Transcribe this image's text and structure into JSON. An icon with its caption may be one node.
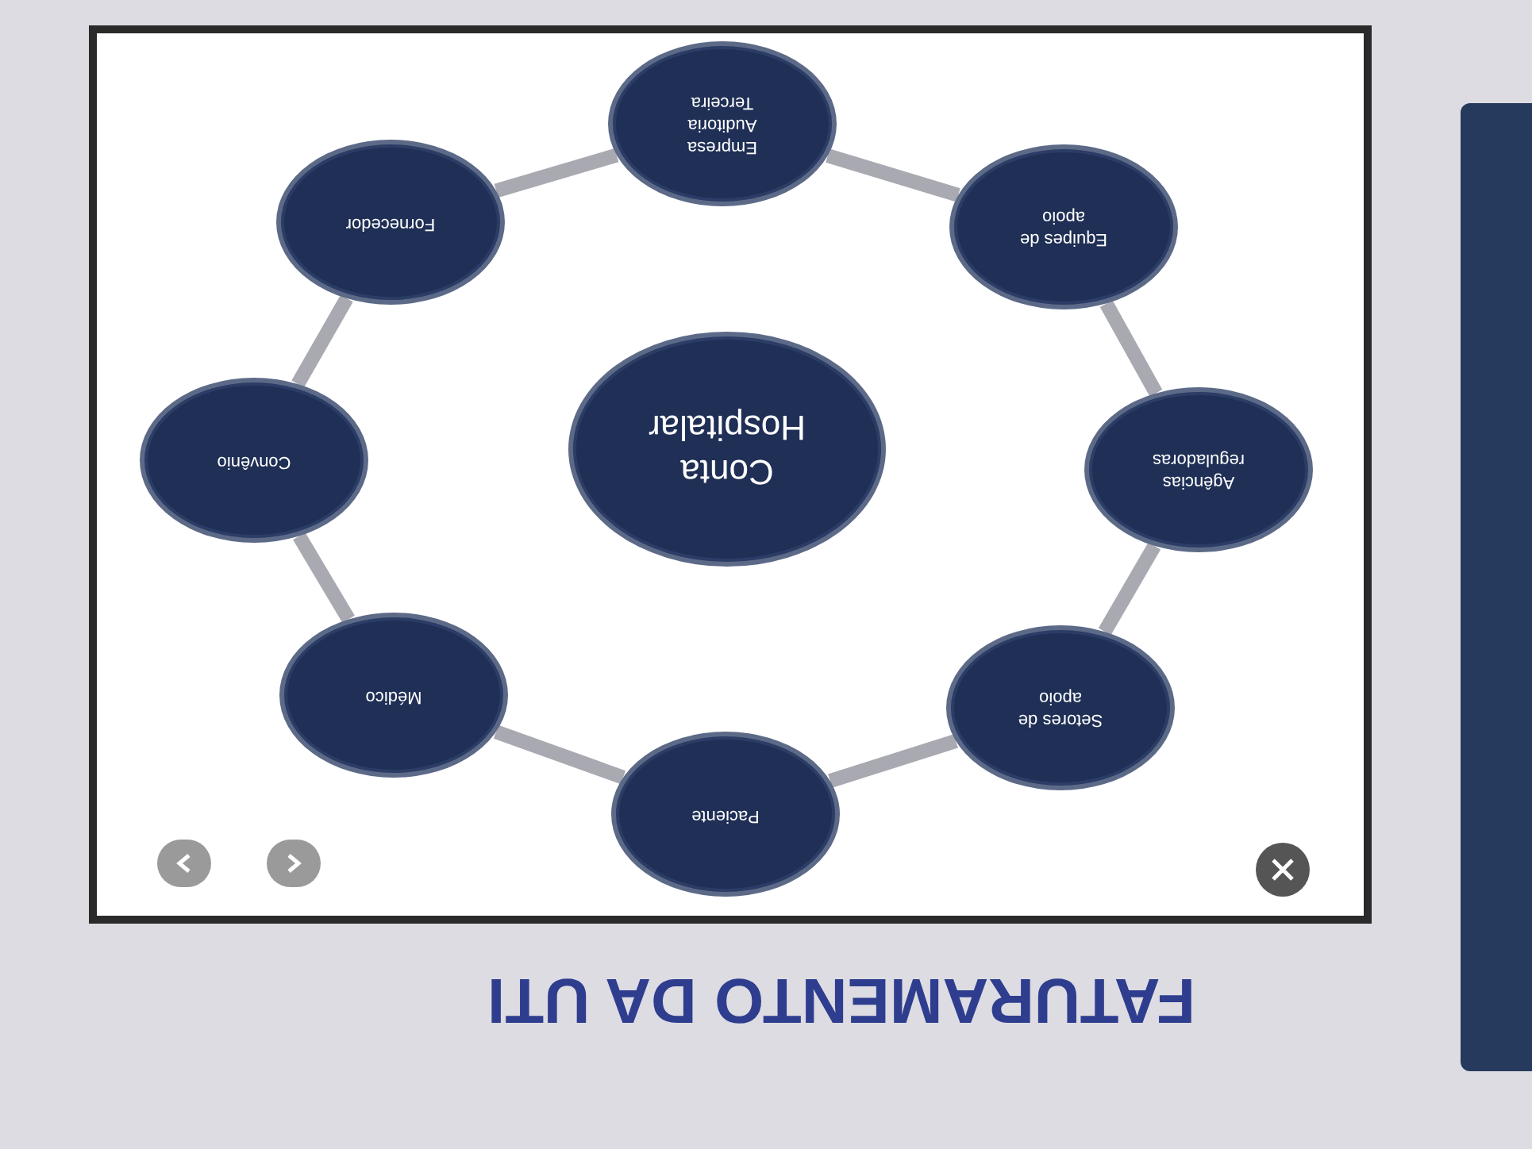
{
  "diagram": {
    "title": "FATURAMENTO DA UTI",
    "nodes": [
      {
        "text": [
          "Conta Hospitalar"
        ]
      },
      {
        "text": [
          "Empresa Auditoria Terceira"
        ]
      },
      {
        "text": [
          "Equipes de apoio"
        ]
      },
      {
        "text": [
          "Agências reguladoras"
        ]
      },
      {
        "text": [
          "Setores de apoio"
        ]
      },
      {
        "text": [
          "Paciente"
        ]
      },
      {
        "text": [
          "Médico"
        ]
      },
      {
        "text": [
          "Convênio"
        ]
      },
      {
        "text": [
          "Fornecedor"
        ]
      }
    ],
    "edges": [
      {
        "from": 1,
        "to": 2,
        "arrow": "none"
      },
      {
        "from": 2,
        "to": 3,
        "arrow": "none"
      },
      {
        "from": 3,
        "to": 4,
        "arrow": "none"
      },
      {
        "from": 4,
        "to": 5,
        "arrow": "none"
      },
      {
        "from": 5,
        "to": 6,
        "arrow": "none"
      },
      {
        "from": 6,
        "to": 7,
        "arrow": "none"
      },
      {
        "from": 7,
        "to": 8,
        "arrow": "none"
      },
      {
        "from": 8,
        "to": 1,
        "arrow": "none"
      }
    ]
  }
}
